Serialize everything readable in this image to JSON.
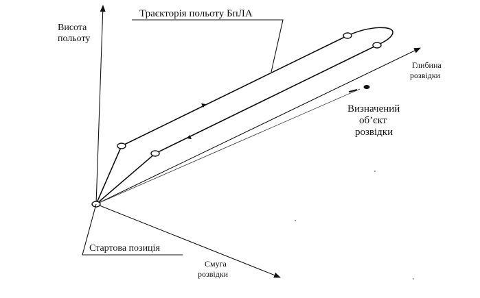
{
  "diagram": {
    "title": "Траєкторія польоту БпЛА",
    "axes": {
      "vertical_label_line1": "Висота",
      "vertical_label_line2": "польоту",
      "depth_label_line1": "Глибина",
      "depth_label_line2": "розвідки",
      "strip_label_line1": "Смуга",
      "strip_label_line2": "розвідки"
    },
    "start_label": "Стартова позиція",
    "target_label_line1": "Визначений",
    "target_label_line2": "об’єкт",
    "target_label_line3": "розвідки"
  }
}
